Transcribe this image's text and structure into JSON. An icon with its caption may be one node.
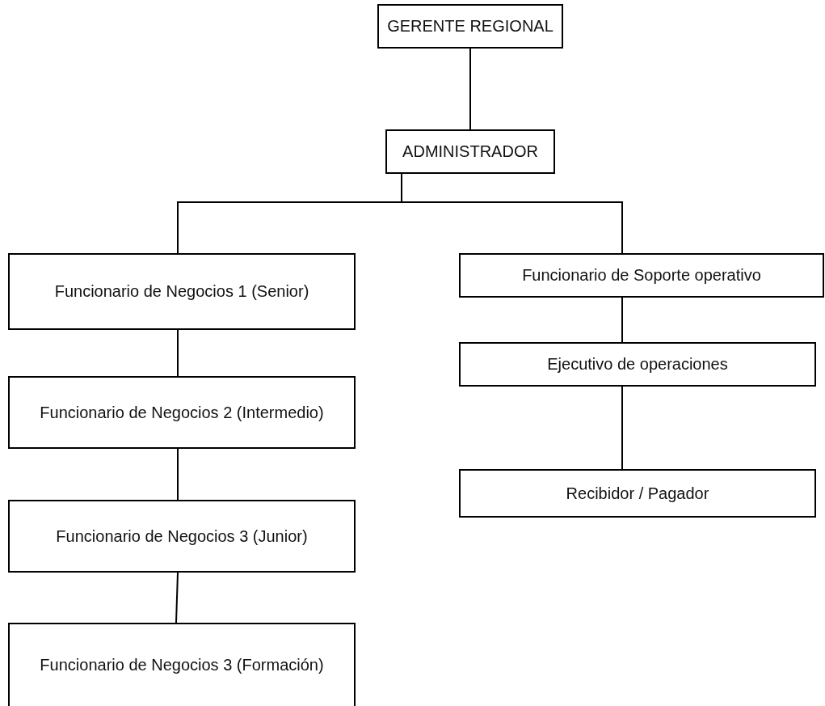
{
  "diagram": {
    "nodes": [
      {
        "text": [
          "GERENTE REGIONAL"
        ]
      },
      {
        "text": [
          "ADMINISTRADOR"
        ]
      },
      {
        "text": [
          "Funcionario de Negocios 1 (Senior)"
        ]
      },
      {
        "text": [
          "Funcionario de Soporte operativo"
        ]
      },
      {
        "text": [
          "Funcionario de Negocios 2 (Intermedio)"
        ]
      },
      {
        "text": [
          "Ejecutivo de operaciones"
        ]
      },
      {
        "text": [
          "Funcionario de Negocios 3 (Junior)"
        ]
      },
      {
        "text": [
          "Recibidor / Pagador"
        ]
      },
      {
        "text": [
          "Funcionario de Negocios 3 (Formación)"
        ]
      }
    ],
    "edges": [
      {
        "from": 0,
        "to": 1,
        "arrow": "none"
      },
      {
        "from": 1,
        "to": 2,
        "arrow": "none"
      },
      {
        "from": 1,
        "to": 3,
        "arrow": "none"
      },
      {
        "from": 2,
        "to": 4,
        "arrow": "none"
      },
      {
        "from": 3,
        "to": 5,
        "arrow": "none"
      },
      {
        "from": 4,
        "to": 6,
        "arrow": "none"
      },
      {
        "from": 5,
        "to": 7,
        "arrow": "none"
      },
      {
        "from": 6,
        "to": 8,
        "arrow": "none"
      }
    ]
  }
}
